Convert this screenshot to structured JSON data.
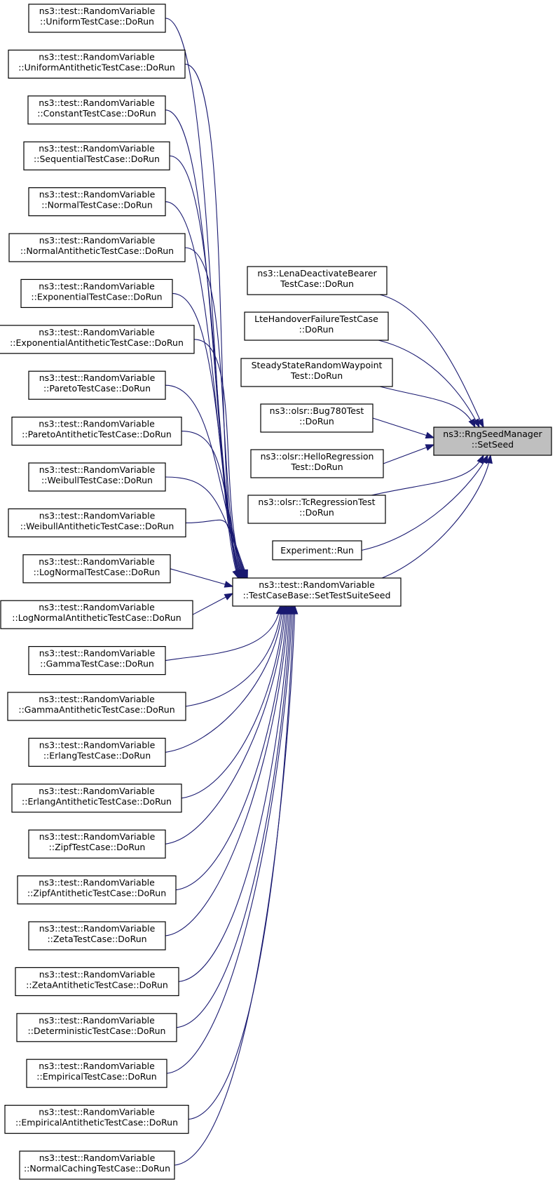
{
  "target": {
    "lines": [
      "ns3::RngSeedManager",
      "::SetSeed"
    ]
  },
  "hub": {
    "lines": [
      "ns3::test::RandomVariable",
      "::TestCaseBase::SetTestSuiteSeed"
    ]
  },
  "direct_callers": [
    {
      "lines": [
        "ns3::LenaDeactivateBearer",
        "TestCase::DoRun"
      ]
    },
    {
      "lines": [
        "LteHandoverFailureTestCase",
        "::DoRun"
      ]
    },
    {
      "lines": [
        "SteadyStateRandomWaypoint",
        "Test::DoRun"
      ]
    },
    {
      "lines": [
        "ns3::olsr::Bug780Test",
        "::DoRun"
      ]
    },
    {
      "lines": [
        "ns3::olsr::HelloRegression",
        "Test::DoRun"
      ]
    },
    {
      "lines": [
        "ns3::olsr::TcRegressionTest",
        "::DoRun"
      ]
    },
    {
      "lines": [
        "Experiment::Run"
      ]
    }
  ],
  "hub_callers": [
    {
      "lines": [
        "ns3::test::RandomVariable",
        "::UniformTestCase::DoRun"
      ]
    },
    {
      "lines": [
        "ns3::test::RandomVariable",
        "::UniformAntitheticTestCase::DoRun"
      ]
    },
    {
      "lines": [
        "ns3::test::RandomVariable",
        "::ConstantTestCase::DoRun"
      ]
    },
    {
      "lines": [
        "ns3::test::RandomVariable",
        "::SequentialTestCase::DoRun"
      ]
    },
    {
      "lines": [
        "ns3::test::RandomVariable",
        "::NormalTestCase::DoRun"
      ]
    },
    {
      "lines": [
        "ns3::test::RandomVariable",
        "::NormalAntitheticTestCase::DoRun"
      ]
    },
    {
      "lines": [
        "ns3::test::RandomVariable",
        "::ExponentialTestCase::DoRun"
      ]
    },
    {
      "lines": [
        "ns3::test::RandomVariable",
        "::ExponentialAntitheticTestCase::DoRun"
      ]
    },
    {
      "lines": [
        "ns3::test::RandomVariable",
        "::ParetoTestCase::DoRun"
      ]
    },
    {
      "lines": [
        "ns3::test::RandomVariable",
        "::ParetoAntitheticTestCase::DoRun"
      ]
    },
    {
      "lines": [
        "ns3::test::RandomVariable",
        "::WeibullTestCase::DoRun"
      ]
    },
    {
      "lines": [
        "ns3::test::RandomVariable",
        "::WeibullAntitheticTestCase::DoRun"
      ]
    },
    {
      "lines": [
        "ns3::test::RandomVariable",
        "::LogNormalTestCase::DoRun"
      ]
    },
    {
      "lines": [
        "ns3::test::RandomVariable",
        "::LogNormalAntitheticTestCase::DoRun"
      ]
    },
    {
      "lines": [
        "ns3::test::RandomVariable",
        "::GammaTestCase::DoRun"
      ]
    },
    {
      "lines": [
        "ns3::test::RandomVariable",
        "::GammaAntitheticTestCase::DoRun"
      ]
    },
    {
      "lines": [
        "ns3::test::RandomVariable",
        "::ErlangTestCase::DoRun"
      ]
    },
    {
      "lines": [
        "ns3::test::RandomVariable",
        "::ErlangAntitheticTestCase::DoRun"
      ]
    },
    {
      "lines": [
        "ns3::test::RandomVariable",
        "::ZipfTestCase::DoRun"
      ]
    },
    {
      "lines": [
        "ns3::test::RandomVariable",
        "::ZipfAntitheticTestCase::DoRun"
      ]
    },
    {
      "lines": [
        "ns3::test::RandomVariable",
        "::ZetaTestCase::DoRun"
      ]
    },
    {
      "lines": [
        "ns3::test::RandomVariable",
        "::ZetaAntitheticTestCase::DoRun"
      ]
    },
    {
      "lines": [
        "ns3::test::RandomVariable",
        "::DeterministicTestCase::DoRun"
      ]
    },
    {
      "lines": [
        "ns3::test::RandomVariable",
        "::EmpiricalTestCase::DoRun"
      ]
    },
    {
      "lines": [
        "ns3::test::RandomVariable",
        "::EmpiricalAntitheticTestCase::DoRun"
      ]
    },
    {
      "lines": [
        "ns3::test::RandomVariable",
        "::NormalCachingTestCase::DoRun"
      ]
    }
  ],
  "colors": {
    "edge": "#191970",
    "focus_fill": "#bfbfbf",
    "node_stroke": "#000000"
  }
}
